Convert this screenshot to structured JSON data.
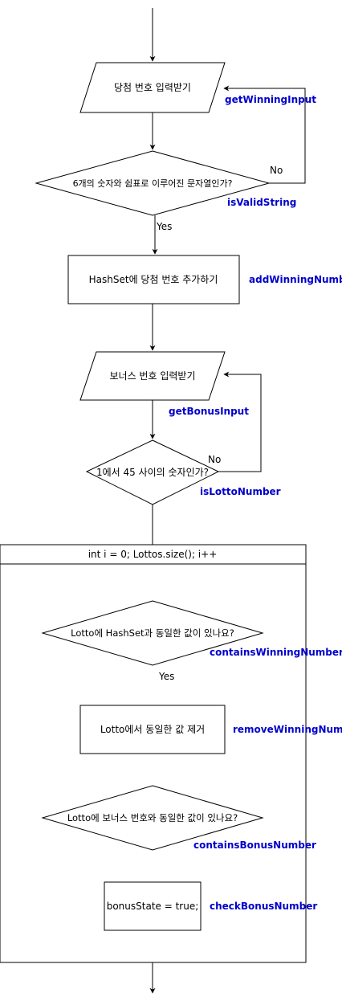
{
  "colors": {
    "function_label": "#0000cc",
    "stroke": "#000000",
    "background": "#ffffff"
  },
  "nodes": {
    "winning_input": "당첨 번호 입력받기",
    "is_valid_string": "6개의 숫자와 쉼표로 이루어진 문자열인가?",
    "add_to_hashset": "HashSet에 당첨 번호 추가하기",
    "bonus_input": "보너스 번호 입력받기",
    "is_lotto_number": "1에서 45 사이의 숫자인가?",
    "loop_header": "int i = 0; Lottos.size(); i++",
    "contains_winning": "Lotto에 HashSet과 동일한 값이 있나요?",
    "remove_winning": "Lotto에서 동일한 값 제거",
    "contains_bonus": "Lotto에 보너스 번호와 동일한 값이 있나요?",
    "bonus_state": "bonusState = true;"
  },
  "functions": {
    "get_winning_input": "getWinningInput",
    "is_valid_string": "isValidString",
    "add_winning_number": "addWinningNumber",
    "get_bonus_input": "getBonusInput",
    "is_lotto_number": "isLottoNumber",
    "contains_winning_number": "containsWinningNumber",
    "remove_winning_number": "removeWinningNumber",
    "contains_bonus_number": "containsBonusNumber",
    "check_bonus_number": "checkBonusNumber"
  },
  "edges": {
    "no_1": "No",
    "yes_1": "Yes",
    "no_2": "No",
    "yes_2": "Yes"
  }
}
